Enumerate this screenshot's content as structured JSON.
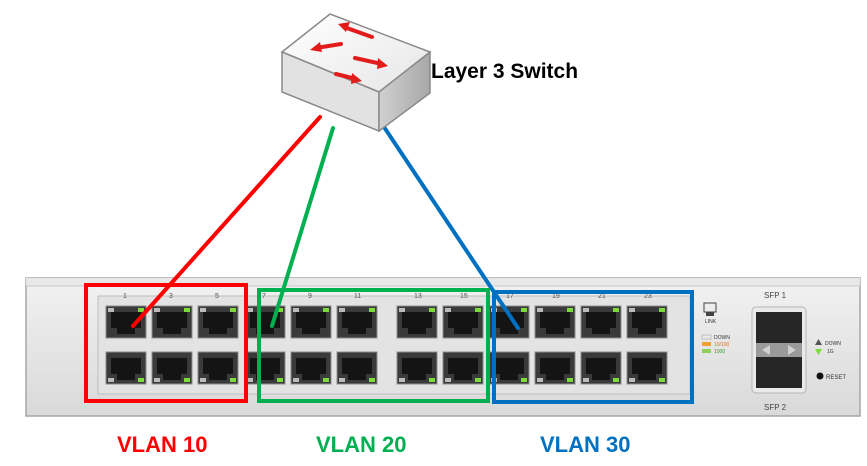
{
  "switch_label": "Layer 3 Switch",
  "vlans": [
    {
      "name": "VLAN 10",
      "color": "#ff0000"
    },
    {
      "name": "VLAN 20",
      "color": "#00b050"
    },
    {
      "name": "VLAN 30",
      "color": "#0070c0"
    }
  ],
  "port_numbers_top": [
    "1",
    "3",
    "5",
    "7",
    "9",
    "11",
    "13",
    "15",
    "17",
    "19",
    "21",
    "23"
  ],
  "sfp": {
    "top": "SFP 1",
    "bottom": "SFP 2"
  },
  "panel_text": {
    "uplink": "LINK",
    "legend": [
      "DOWN",
      "10/100",
      "1000"
    ],
    "sfp_status": [
      "DOWN",
      "1G"
    ],
    "reset": "RESET"
  },
  "colors": {
    "legend_down": "#e8e8e8",
    "legend_10_100": "#f0a030",
    "legend_1000": "#8fd05a",
    "port_led": "#7ddc3c"
  }
}
